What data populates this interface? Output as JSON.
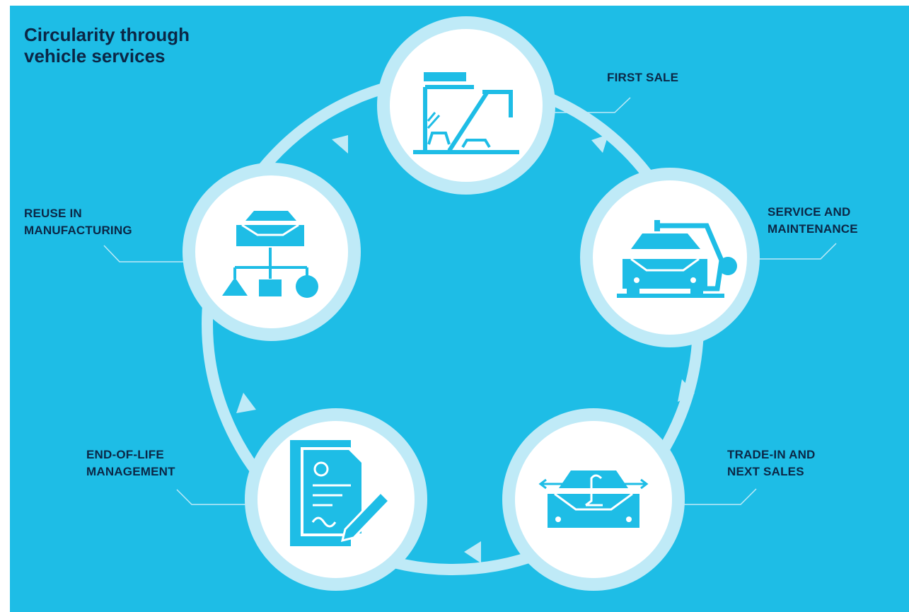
{
  "title": {
    "line1": "Circularity through",
    "line2": "vehicle services"
  },
  "stages": [
    {
      "line1": "FIRST SALE",
      "line2": "",
      "icon": "car-dealership-icon"
    },
    {
      "line1": "SERVICE AND",
      "line2": "MAINTENANCE",
      "icon": "car-service-robot-arm-icon"
    },
    {
      "line1": "TRADE-IN AND",
      "line2": "NEXT SALES",
      "icon": "car-pound-trade-icon"
    },
    {
      "line1": "END-OF-LIFE",
      "line2": "MANAGEMENT",
      "icon": "signed-document-icon"
    },
    {
      "line1": "REUSE IN",
      "line2": "MANUFACTURING",
      "icon": "car-parts-hierarchy-icon"
    }
  ],
  "colors": {
    "background": "#1ebde6",
    "ring": "#bfeaf7",
    "node_fill": "#ffffff",
    "icon": "#1ebde6",
    "text": "#0b2746"
  }
}
